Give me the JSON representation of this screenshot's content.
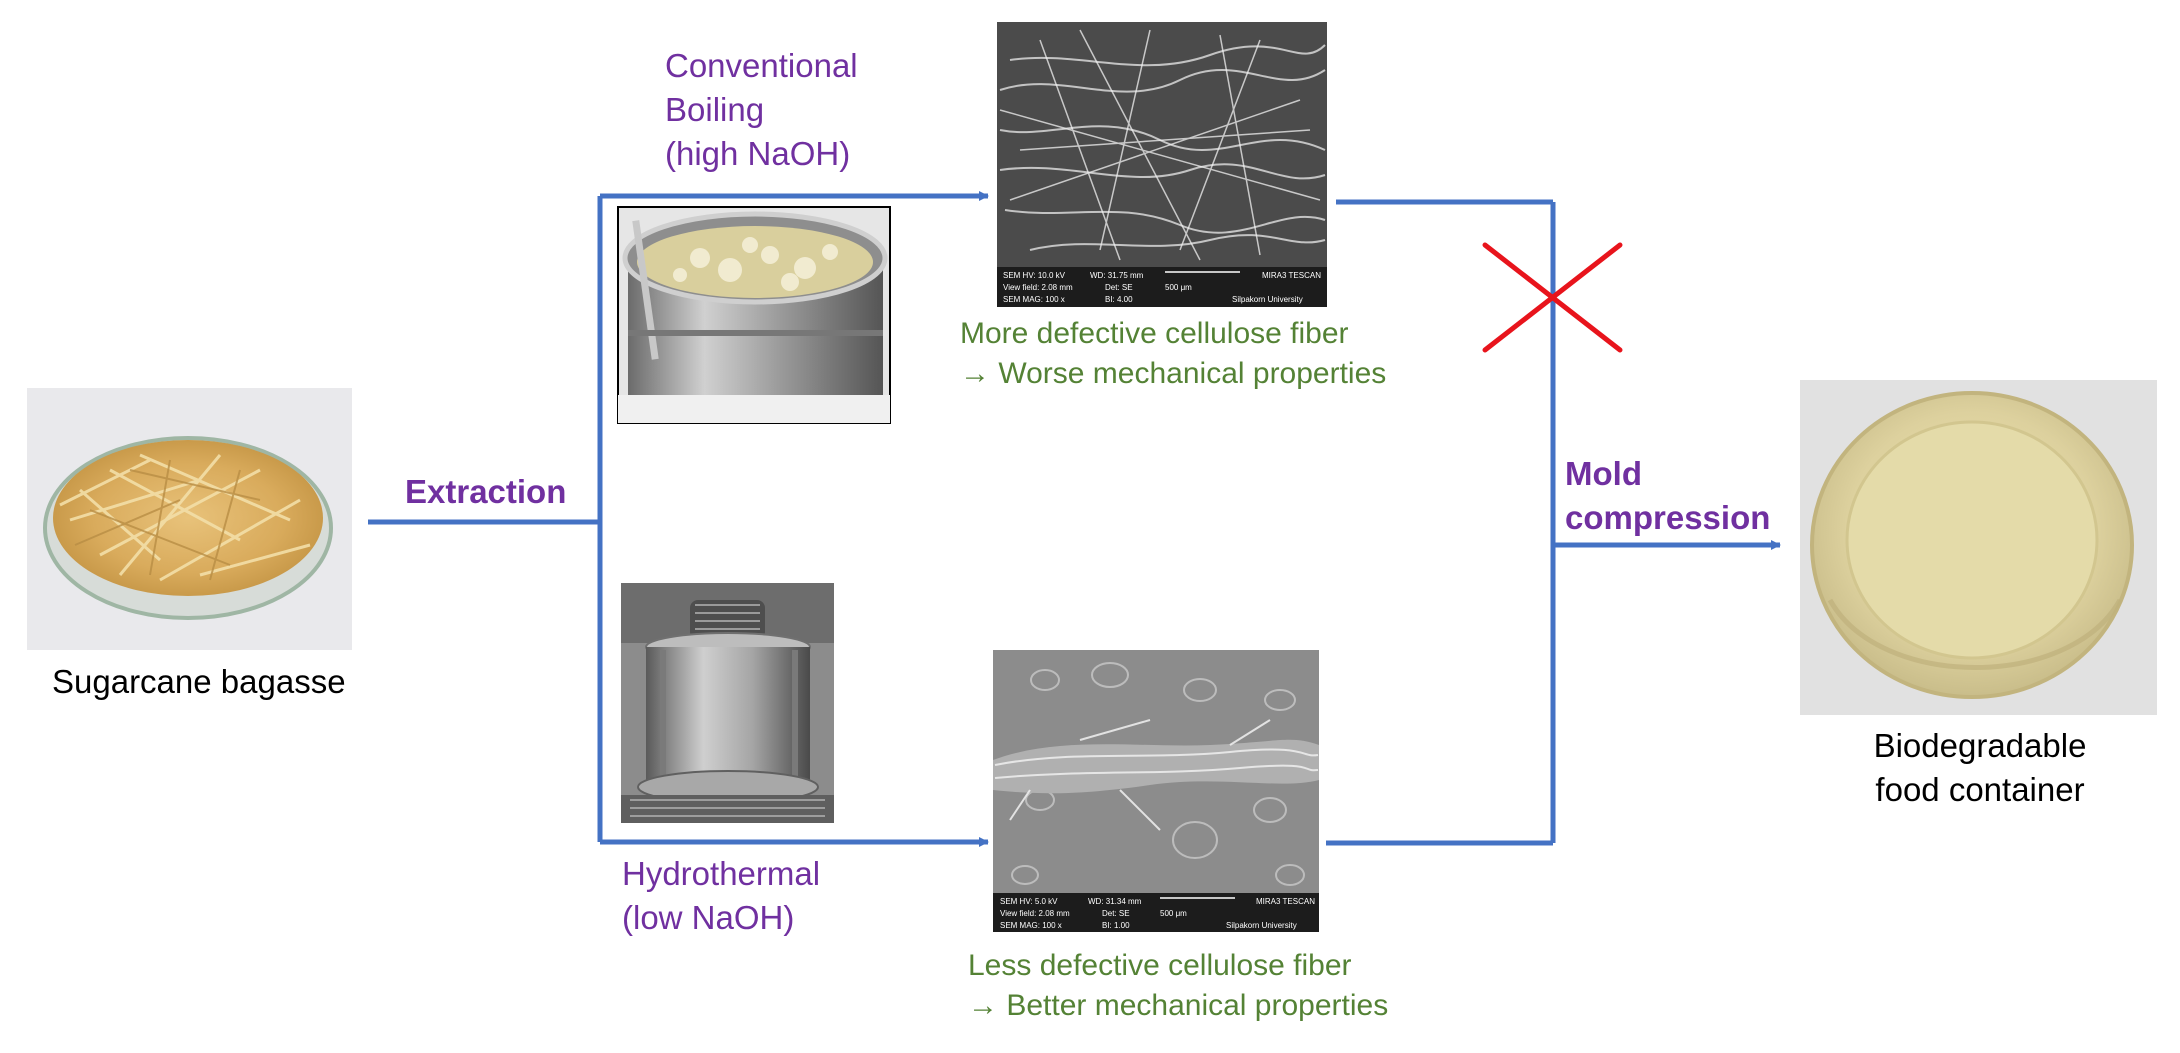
{
  "source": {
    "label": "Sugarcane bagasse"
  },
  "extraction": {
    "label": "Extraction"
  },
  "conventional": {
    "label_lines": [
      "Conventional",
      "Boiling",
      "(high NaOH)"
    ]
  },
  "hydrothermal": {
    "label_lines": [
      "Hydrothermal",
      "(low NaOH)"
    ]
  },
  "sem_top": {
    "result_lines": [
      "More defective  cellulose fiber",
      "→ Worse mechanical properties"
    ],
    "meta": {
      "row1": [
        "SEM HV: 10.0 kV",
        "WD: 31.75 mm",
        "MIRA3 TESCAN"
      ],
      "row2": [
        "View field: 2.08 mm",
        "Det: SE",
        "500 μm"
      ],
      "row3": [
        "SEM MAG: 100 x",
        "BI: 4.00",
        "Silpakorn University"
      ]
    }
  },
  "sem_bottom": {
    "result_lines": [
      "Less defective  cellulose fiber",
      "→ Better mechanical properties"
    ],
    "meta": {
      "row1": [
        "SEM HV: 5.0 kV",
        "WD: 31.34 mm",
        "MIRA3 TESCAN"
      ],
      "row2": [
        "View field: 2.08 mm",
        "Det: SE",
        "500 μm"
      ],
      "row3": [
        "SEM MAG: 100 x",
        "BI: 1.00",
        "Silpakorn University"
      ]
    }
  },
  "mold": {
    "label_lines": [
      "Mold",
      "compression"
    ]
  },
  "product": {
    "label_lines": [
      "Biodegradable",
      "food container"
    ]
  },
  "colors": {
    "arrow": "#4472c4",
    "purple": "#7030a0",
    "green": "#548235",
    "cross": "#e8141c"
  }
}
